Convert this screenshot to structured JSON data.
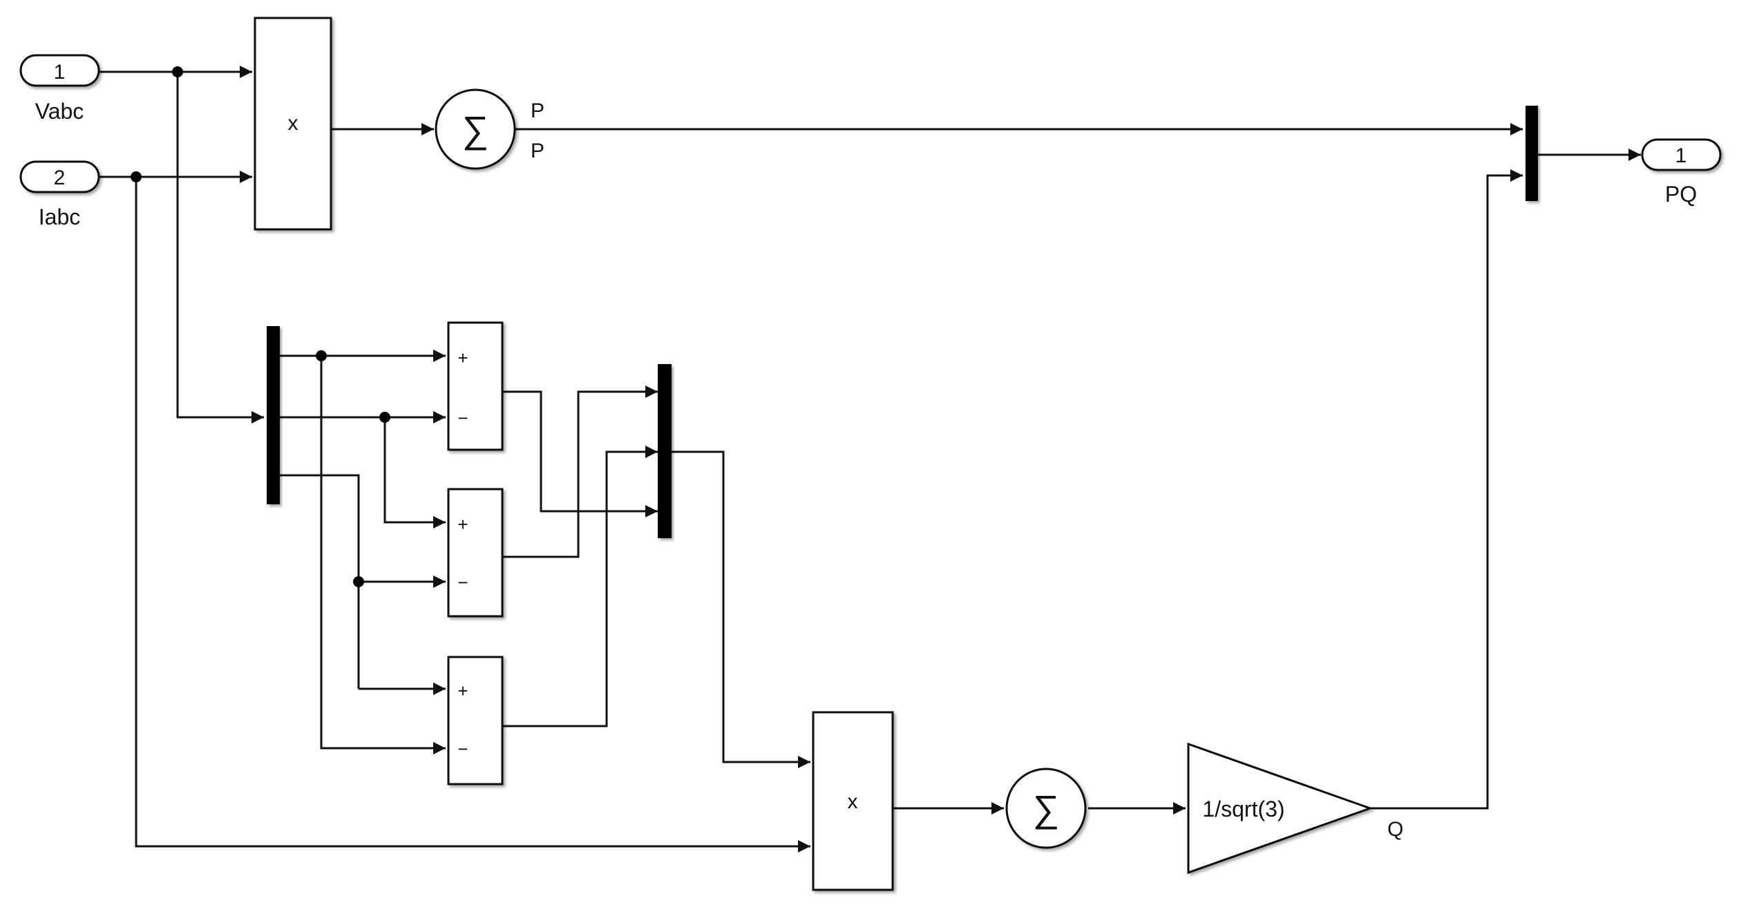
{
  "inports": [
    {
      "number": "1",
      "name": "Vabc"
    },
    {
      "number": "2",
      "name": "Iabc"
    }
  ],
  "outport": {
    "number": "1",
    "name": "PQ"
  },
  "product_symbol": "x",
  "sum_symbol": "∑",
  "add_sub_signs": {
    "plus": "+",
    "minus": "−"
  },
  "gain_value": "1/sqrt(3)",
  "signal_labels": {
    "p_top": "P",
    "p_bottom": "P",
    "q": "Q"
  },
  "colors": {
    "line": "#111111",
    "block_fill": "#ffffff",
    "bus_bar": "#000000",
    "background": "#ffffff"
  }
}
